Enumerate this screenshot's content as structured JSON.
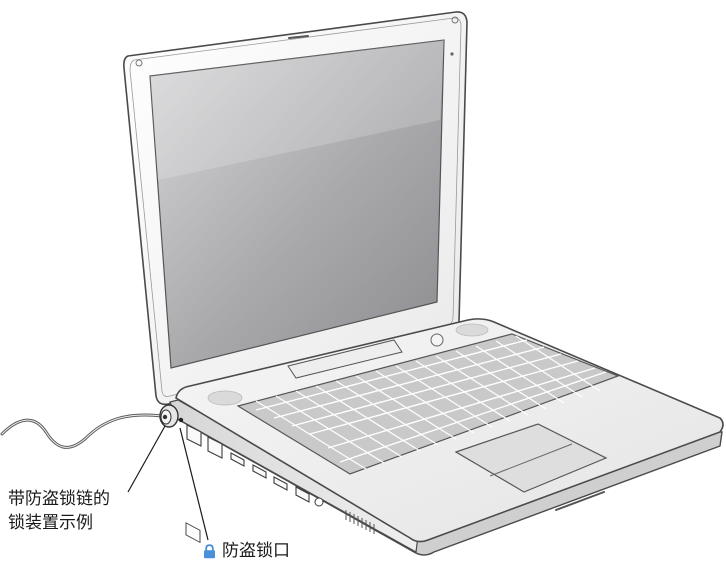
{
  "callouts": {
    "lock_cable_line1": "带防盗锁链的",
    "lock_cable_line2": "锁装置示例",
    "security_slot": "防盗锁口"
  },
  "icons": {
    "slot_icon": "lock-icon",
    "slot_icon_color": "#4a90d9"
  }
}
